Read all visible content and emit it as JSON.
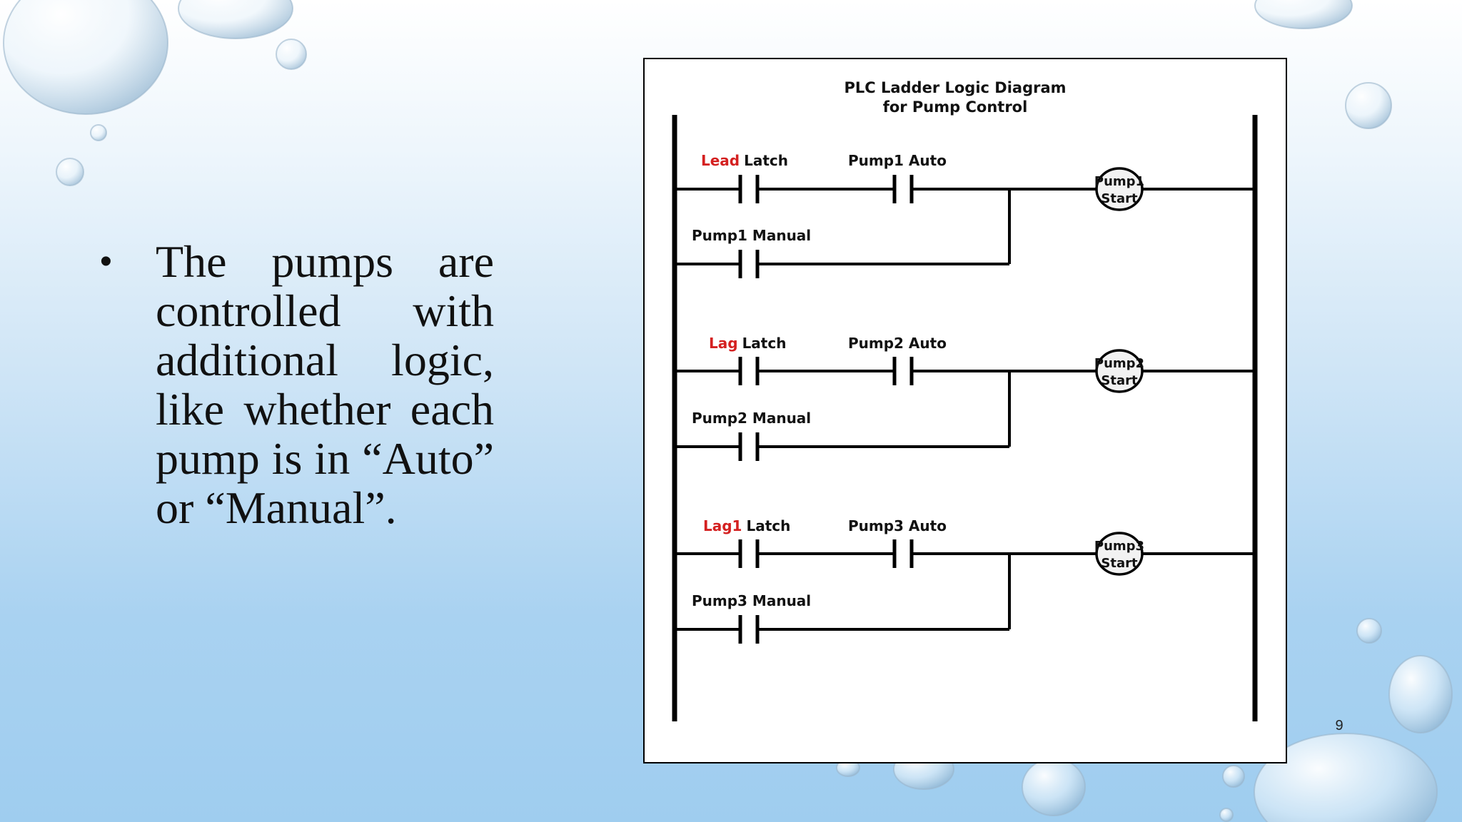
{
  "slide": {
    "bullet_symbol": "•",
    "bullet_text": "The pumps are controlled with additional logic, like whether each pump is in “Auto” or “Manual”.",
    "page_number": "9"
  },
  "diagram": {
    "title_line1": "PLC Ladder Logic Diagram",
    "title_line2": "for Pump Control",
    "accent_color": "#d42020",
    "rungs": [
      {
        "latch_prefix": "Lead",
        "latch_suffix": "Latch",
        "auto_label": "Pump1 Auto",
        "manual_label": "Pump1 Manual",
        "coil_line1": "Pump1",
        "coil_line2": "Start"
      },
      {
        "latch_prefix": "Lag",
        "latch_suffix": "Latch",
        "auto_label": "Pump2 Auto",
        "manual_label": "Pump2 Manual",
        "coil_line1": "Pump2",
        "coil_line2": "Start"
      },
      {
        "latch_prefix": "Lag1",
        "latch_suffix": "Latch",
        "auto_label": "Pump3 Auto",
        "manual_label": "Pump3 Manual",
        "coil_line1": "Pump3",
        "coil_line2": "Start"
      }
    ]
  }
}
